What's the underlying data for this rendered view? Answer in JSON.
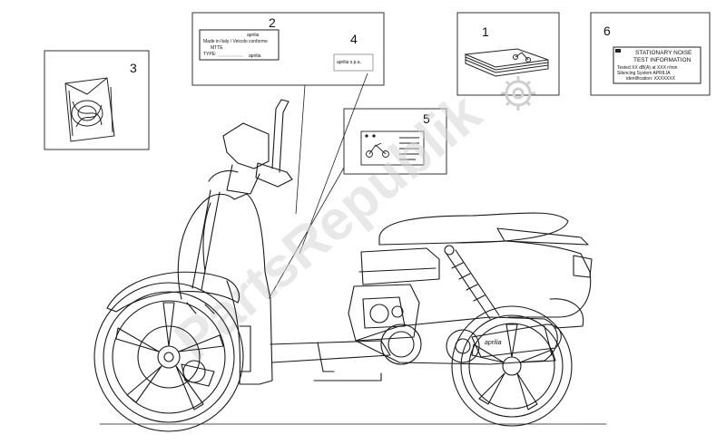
{
  "callouts": [
    "1",
    "2",
    "3",
    "4",
    "5",
    "6"
  ],
  "watermark": "PartsRepublik",
  "label_aprilia": {
    "brand": "aprilia",
    "company": "aprilia s.p.a.",
    "line1": "Made in Italy / Veicolo conforme",
    "field_mtt": "MTTE",
    "field_type": "TYPE:",
    "signature": "aprilia"
  },
  "label_noise": {
    "title1": "STATIONARY NOISE",
    "title2": "TEST INFORMATION",
    "line1": "Tested XX dB(A) at XXX r/min",
    "line2": "Silencing System APRILIA",
    "line3": "identification: XXXXXXX"
  },
  "tank_badge": "aprilia",
  "colors": {
    "line": "#1a1a1a",
    "watermark": "#d6d6d6",
    "frame": "#333333"
  }
}
